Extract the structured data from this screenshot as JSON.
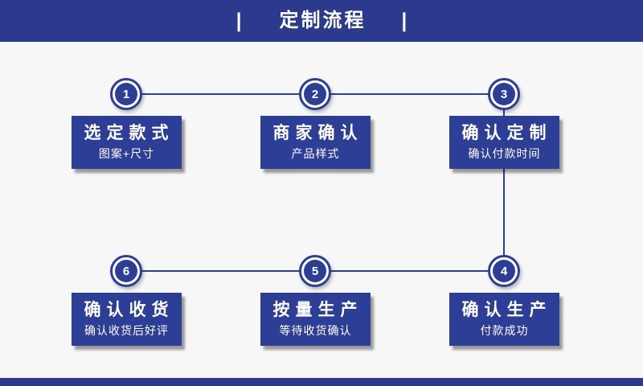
{
  "header": {
    "title": "定制流程",
    "divider_left": "|",
    "divider_right": "|"
  },
  "steps": [
    {
      "number": "1",
      "title": "选定款式",
      "subtitle": "图案+尺寸"
    },
    {
      "number": "2",
      "title": "商家确认",
      "subtitle": "产品样式"
    },
    {
      "number": "3",
      "title": "确认定制",
      "subtitle": "确认付款时间"
    },
    {
      "number": "4",
      "title": "确认生产",
      "subtitle": "付款成功"
    },
    {
      "number": "5",
      "title": "按量生产",
      "subtitle": "等待收货确认"
    },
    {
      "number": "6",
      "title": "确认收货",
      "subtitle": "确认收货后好评"
    }
  ],
  "colors": {
    "banner_blue": "#2b3a8d",
    "node_blue": "#2c3e96",
    "background": "#f7f7f8",
    "text_white": "#ffffff"
  }
}
